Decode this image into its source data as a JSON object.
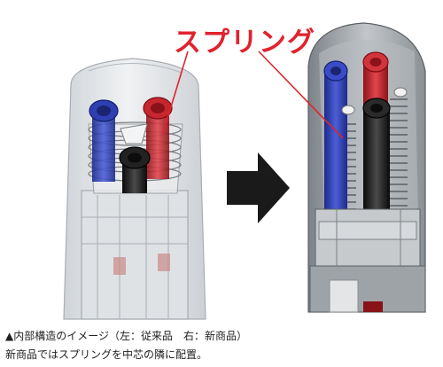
{
  "callout": {
    "label": "スプリング"
  },
  "caption": {
    "line1": "▲内部構造のイメージ（左：従来品　右：新商品）",
    "line2": "新商品ではスプリングを中芯の隣に配置。"
  },
  "colors": {
    "accent_red": "#e0232e",
    "refill_blue": "#2f3fb3",
    "refill_red": "#c8262e",
    "refill_black": "#1c1c1c",
    "arrow": "#1a1a1a"
  },
  "icons": {
    "transition": "arrow-right-icon"
  }
}
